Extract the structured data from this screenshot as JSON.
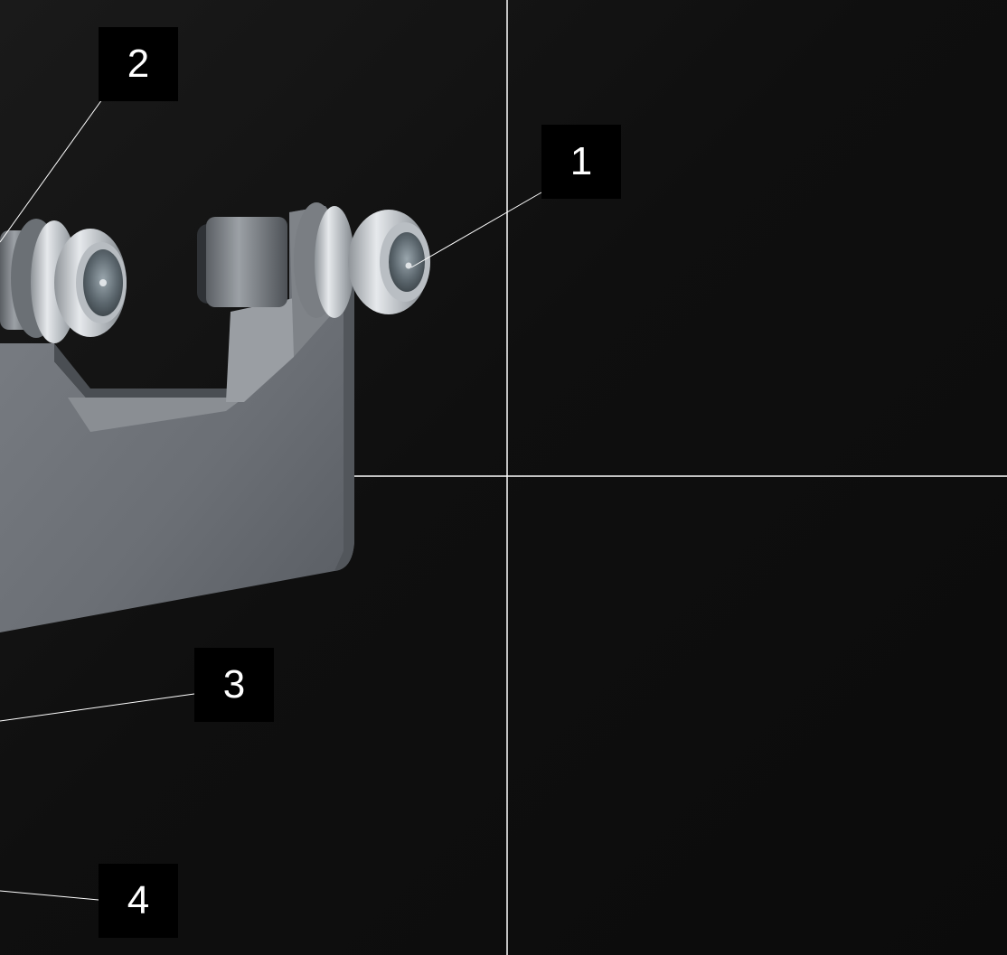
{
  "callouts": [
    {
      "number": "1"
    },
    {
      "number": "2"
    },
    {
      "number": "3"
    },
    {
      "number": "4"
    }
  ],
  "colors": {
    "background": "#0e0e0e",
    "frame_body": "#6f7378",
    "roller_metal": "#c9cdd1",
    "callout_box": "#000000",
    "callout_text": "#ffffff",
    "leader_line": "#ffffff"
  }
}
